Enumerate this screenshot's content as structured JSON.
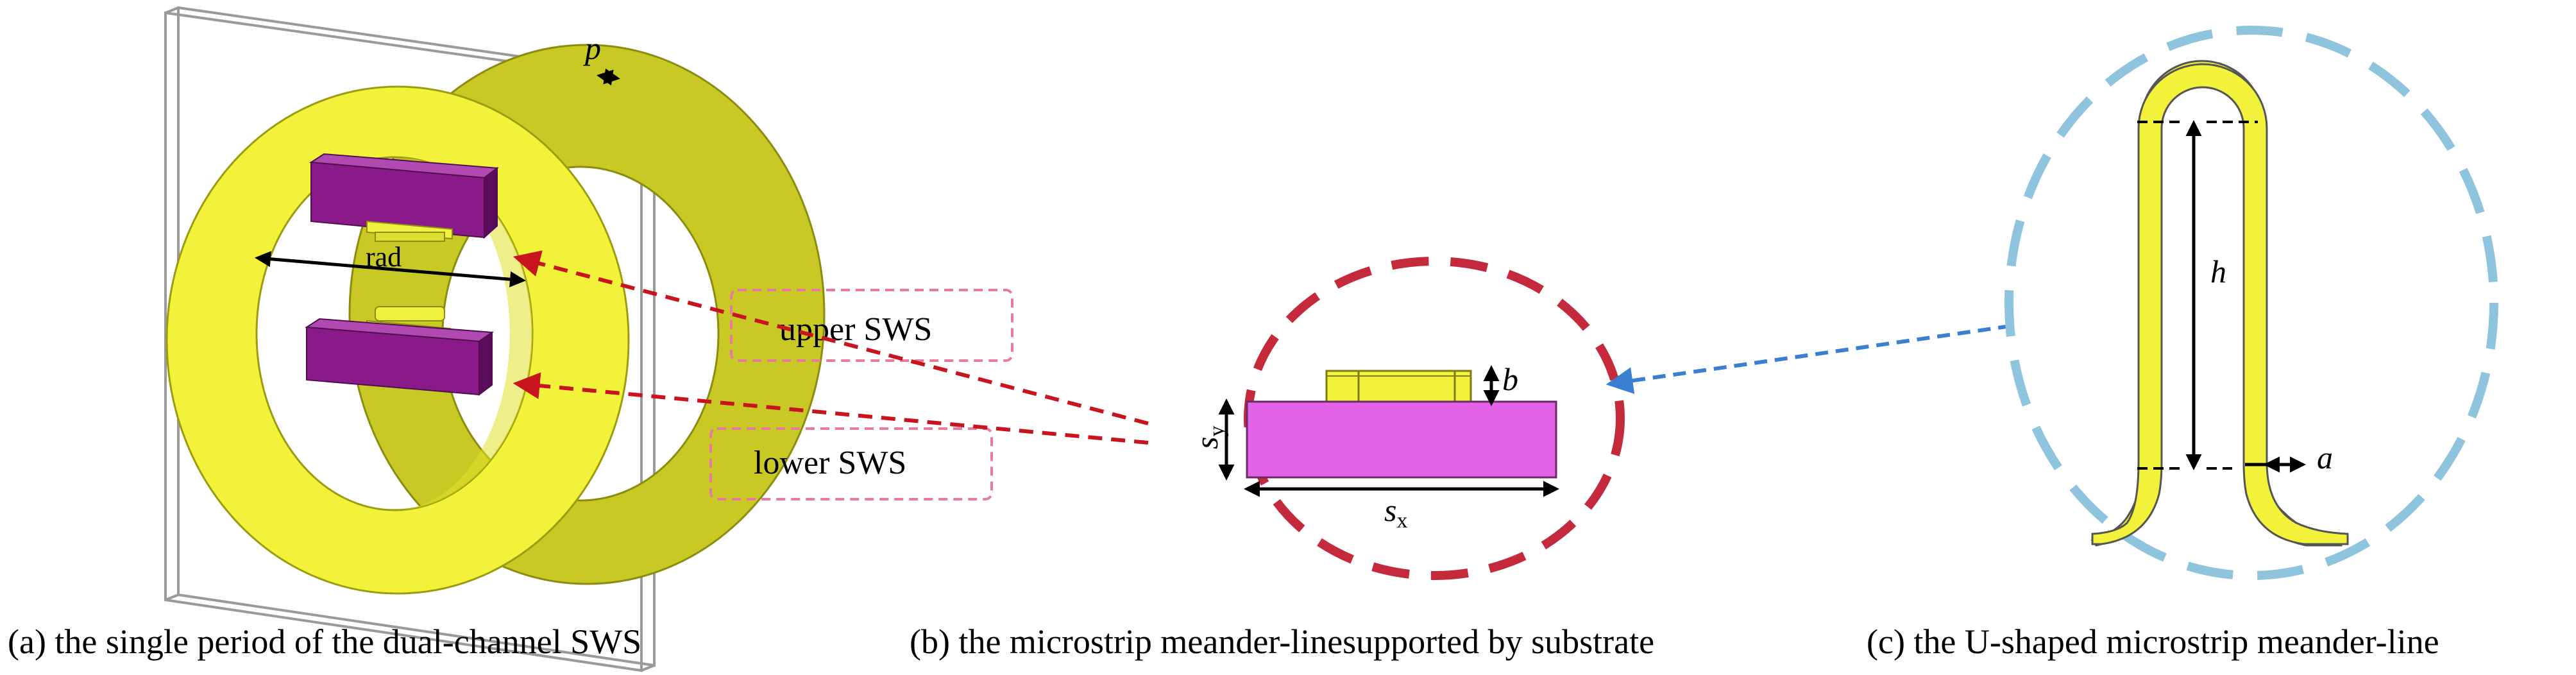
{
  "panel_a": {
    "label_p": "p",
    "label_rad": "rad",
    "caption": "(a) the single period of the dual-channel SWS"
  },
  "callouts": {
    "upper": "upper SWS",
    "lower": "lower SWS"
  },
  "panel_b": {
    "label_b": "b",
    "label_sy_main": "s",
    "label_sy_sub": "y",
    "label_sx_main": "s",
    "label_sx_sub": "x",
    "caption": "(b) the microstrip meander-linesupported by substrate"
  },
  "panel_c": {
    "label_h": "h",
    "label_a": "a",
    "caption": "(c) the U-shaped microstrip meander-line"
  },
  "colors": {
    "ring_yellow": "#f2f23a",
    "ring_edge": "#9c9c10",
    "block_purple": "#8a1a8a",
    "substrate_magenta": "#e262e6",
    "callout_red": "#c8141e",
    "ellipse_red": "#c42a3c",
    "ellipse_blue": "#8ec4de",
    "arrow_blue": "#3a7fd0",
    "box_pink": "#e87aa0"
  }
}
